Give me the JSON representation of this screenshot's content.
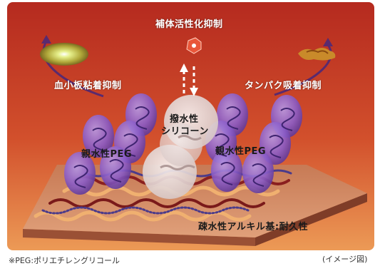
{
  "labels": {
    "complement": "補体活性化抑制",
    "platelet": "血小板粘着抑制",
    "protein": "タンパク吸着抑制",
    "silicone_line1": "撥水性",
    "silicone_line2": "シリコーン",
    "peg_left": "親水性PEG",
    "peg_right": "親水性PEG",
    "alkyl": "疎水性アルキル基:耐久性"
  },
  "footnote": "※PEG:ポリエチレングリコール",
  "image_note": "(イメージ図)",
  "colors": {
    "bg_top": "#b8271d",
    "bg_bottom": "#e98a4c",
    "peg_bubble": "#8a5cc7",
    "silicone_sphere": "#e8dcdc",
    "arrow": "#5a2a6e"
  },
  "icons": {
    "platelet": "platelet-blob-icon",
    "complement": "complement-molecule-icon",
    "protein": "protein-cluster-icon"
  }
}
